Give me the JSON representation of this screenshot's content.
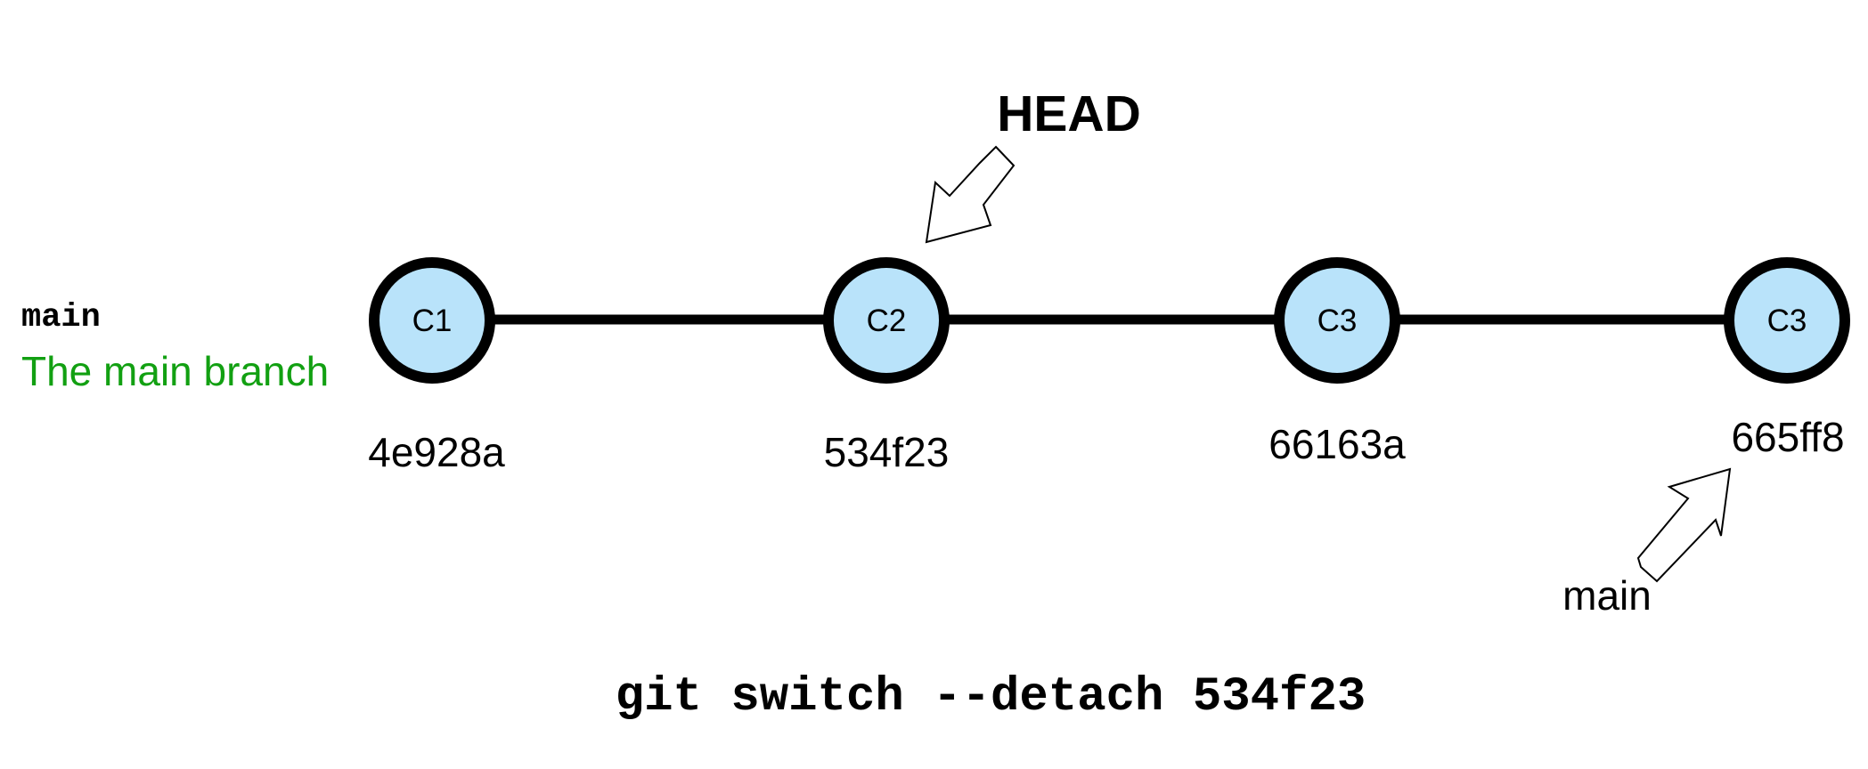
{
  "legend": {
    "branch_name": "main",
    "branch_description": "The main branch"
  },
  "commits": [
    {
      "label": "C1",
      "hash": "4e928a"
    },
    {
      "label": "C2",
      "hash": "534f23"
    },
    {
      "label": "C3",
      "hash": "66163a"
    },
    {
      "label": "C3",
      "hash": "665ff8"
    }
  ],
  "pointers": {
    "head_label": "HEAD",
    "main_label": "main"
  },
  "command": "git switch --detach 534f23",
  "colors": {
    "node_fill": "#b9e3fa",
    "branch_description": "#12a012"
  }
}
